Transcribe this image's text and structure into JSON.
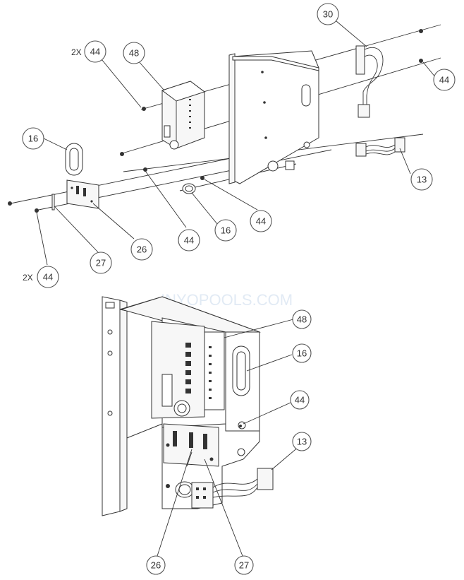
{
  "watermark": "INYOPOOLS.COM",
  "callouts": {
    "c30": "30",
    "c44_top_left": "44",
    "c48_top": "48",
    "c44_top_right": "44",
    "c16_left": "16",
    "c13_top": "13",
    "c44_mid": "44",
    "c16_mid": "16",
    "c44_center": "44",
    "c26_top": "26",
    "c27_top": "27",
    "c44_bottom_left": "44",
    "c48_bottom": "48",
    "c16_bottom": "16",
    "c44_bottom": "44",
    "c13_bottom": "13",
    "c26_bottom": "26",
    "c27_bottom": "27"
  },
  "multipliers": {
    "m_top_left": "2X",
    "m_bottom_left": "2X"
  }
}
